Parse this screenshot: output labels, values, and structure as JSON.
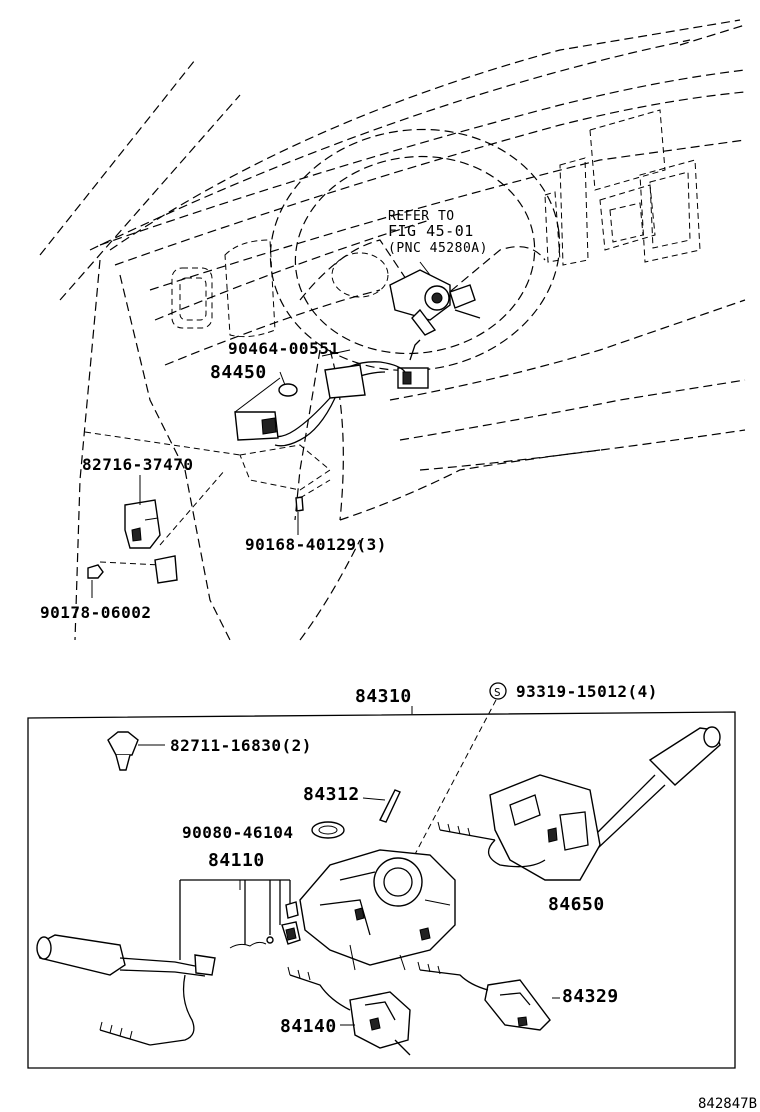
{
  "callouts": {
    "refer_line1": "REFER TO",
    "refer_line2": "FIG 45-01",
    "refer_line3": "(PNC 45280A)",
    "p90464": "90464-00551",
    "p84450": "84450",
    "p82716": "82716-37470",
    "p90168": "90168-40129(3)",
    "p90178": "90178-06002",
    "p84310": "84310",
    "screw_symbol": "S",
    "p93319": "93319-15012(4)",
    "p82711": "82711-16830(2)",
    "p84312": "84312",
    "p90080": "90080-46104",
    "p84110": "84110",
    "p84650": "84650",
    "p84329": "84329",
    "p84140": "84140"
  },
  "figure_code": "842847B"
}
